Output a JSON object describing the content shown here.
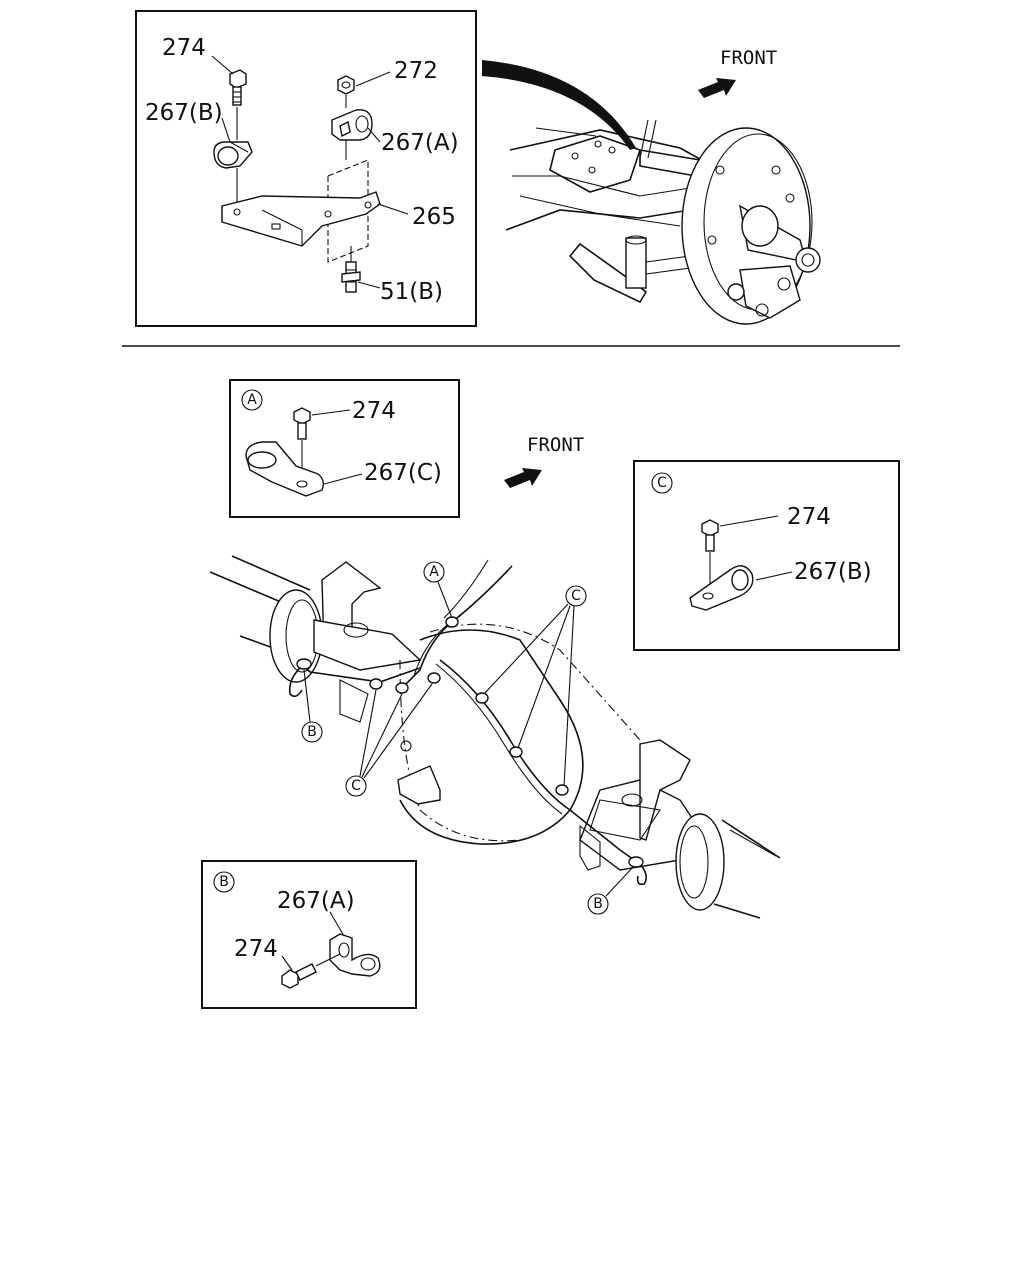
{
  "top_inset": {
    "labels": {
      "bolt": "274",
      "nut": "272",
      "clip_b": "267(B)",
      "clip_a": "267(A)",
      "bracket": "265",
      "stud": "51(B)"
    }
  },
  "front_top": "FRONT",
  "front_bottom": "FRONT",
  "detail_a": {
    "marker": "A",
    "bolt": "274",
    "clip": "267(C)"
  },
  "detail_b": {
    "marker": "B",
    "bolt": "274",
    "clip": "267(A)"
  },
  "detail_c": {
    "marker": "C",
    "bolt": "274",
    "clip": "267(B)"
  },
  "callouts": {
    "a": "A",
    "b_left": "B",
    "b_right": "B",
    "c_top": "C",
    "c_bottom": "C"
  }
}
